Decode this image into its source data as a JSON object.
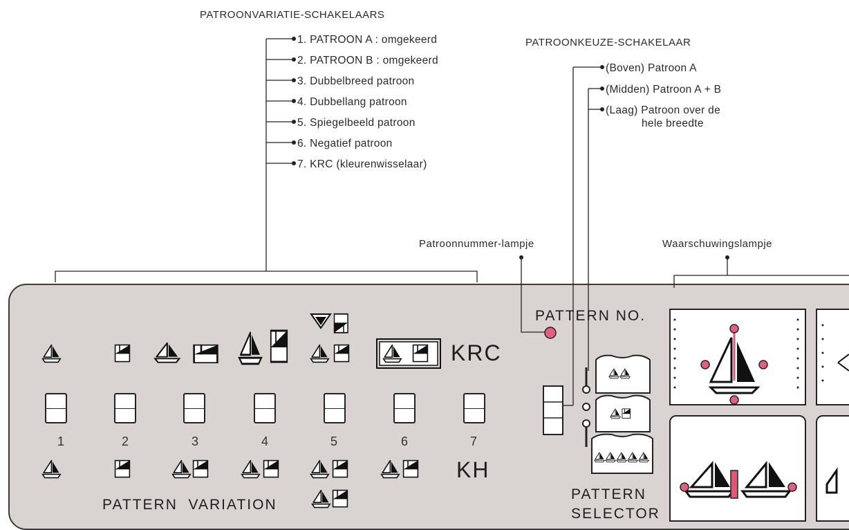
{
  "callouts": {
    "variation_heading": "PATROONVARIATIE-SCHAKELAARS",
    "variation_items": [
      "1. PATROON A : omgekeerd",
      "2. PATROON B : omgekeerd",
      "3. Dubbelbreed patroon",
      "4. Dubbellang patroon",
      "5. Spiegelbeeld patroon",
      "6. Negatief patroon",
      "7. KRC (kleurenwisselaar)"
    ],
    "selector_heading": "PATROONKEUZE-SCHAKELAAR",
    "selector_items": [
      "(Boven) Patroon A",
      "(Midden) Patroon A + B",
      "(Laag) Patroon over de",
      "hele breedte"
    ],
    "pattern_lamp": "Patroonnummer-lampje",
    "warning_lamp": "Waarschuwingslampje"
  },
  "panel": {
    "pattern_no": "PATTERN NO.",
    "krc": "KRC",
    "kh": "KH",
    "variation_label": "PATTERN  VARIATION",
    "selector_label_1": "PATTERN",
    "selector_label_2": "SELECTOR",
    "switch_numbers": [
      "1",
      "2",
      "3",
      "4",
      "5",
      "6",
      "7"
    ]
  },
  "colors": {
    "panel": "#d9d4d2",
    "lamp": "#e0607e",
    "accent_bar": "#e05878"
  },
  "icons": [
    "sailboat-icon",
    "block-flag-icon",
    "lamp-icon",
    "rocker-switch-icon"
  ]
}
